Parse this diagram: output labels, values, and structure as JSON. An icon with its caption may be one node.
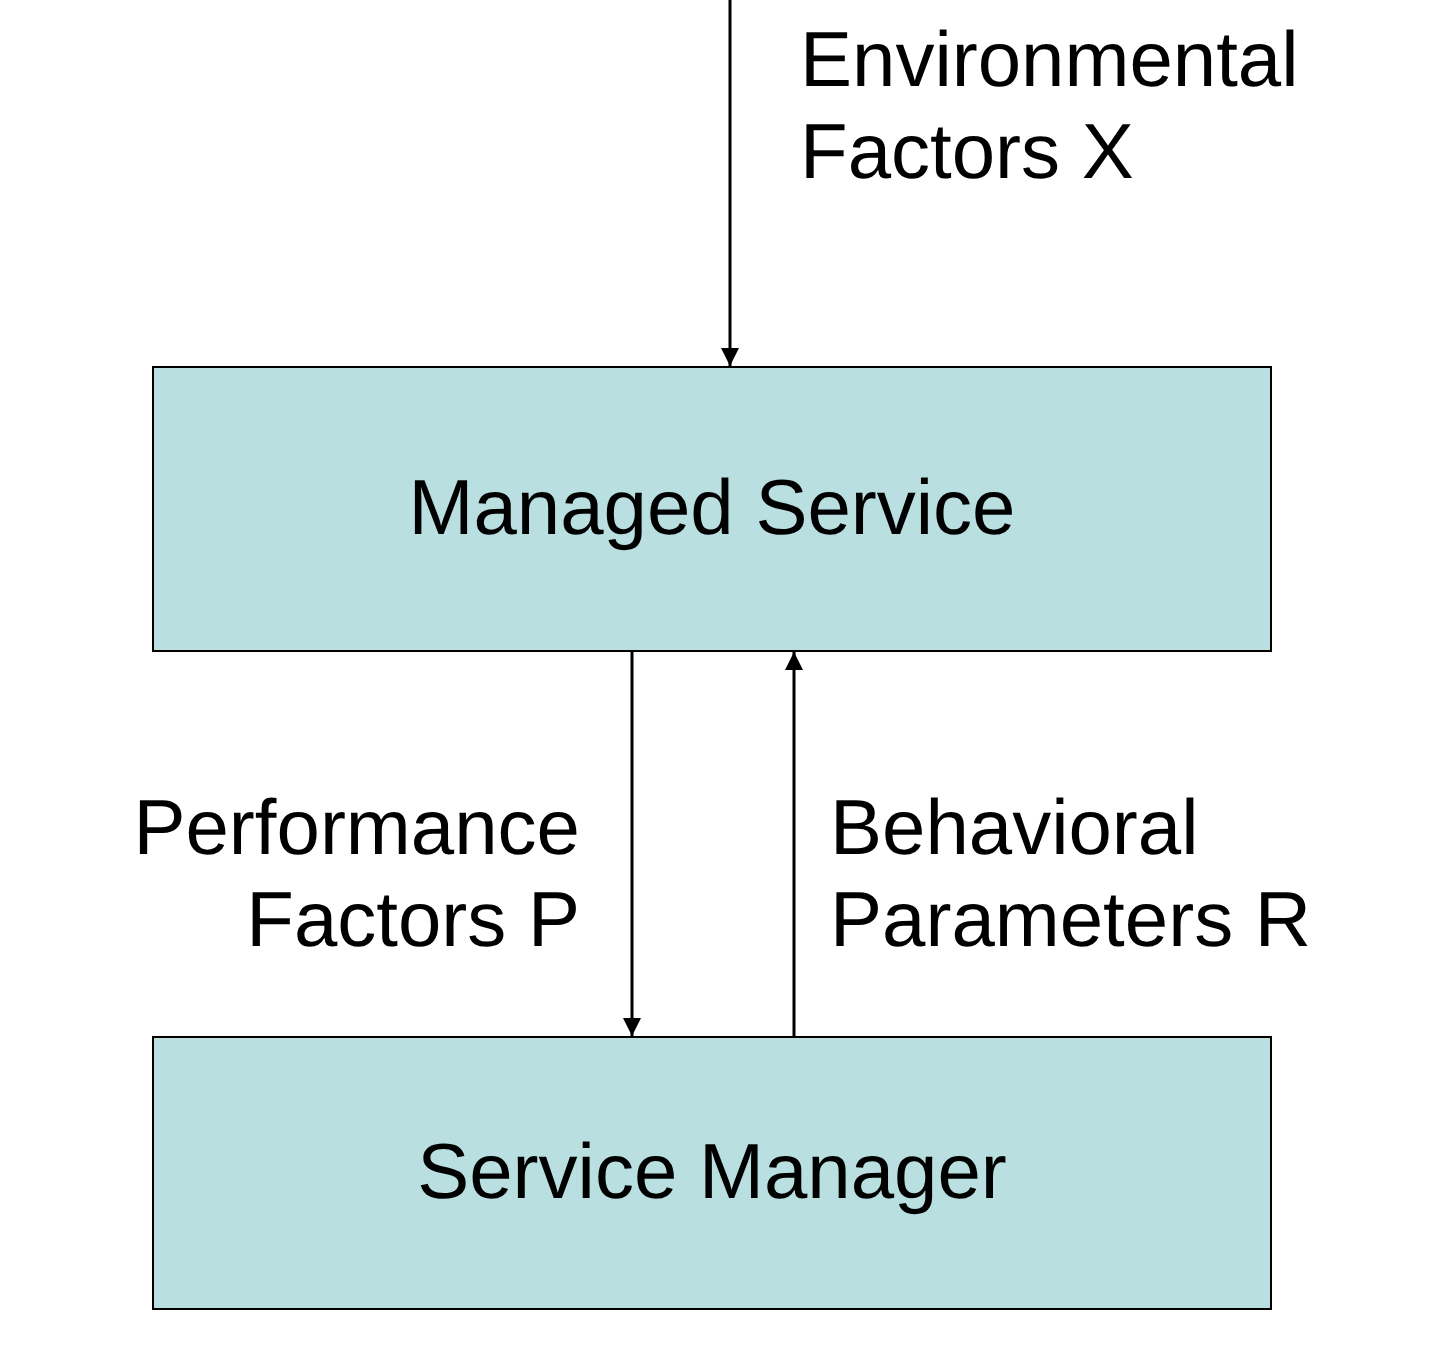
{
  "diagram": {
    "nodes": [
      {
        "text": [
          "Managed Service"
        ]
      },
      {
        "text": [
          "Service Manager"
        ]
      }
    ],
    "edges": [
      {
        "from": null,
        "to": 0,
        "arrow": "to",
        "label": "Environmental Factors X"
      },
      {
        "from": 0,
        "to": 1,
        "arrow": "to",
        "label": "Performance Factors P"
      },
      {
        "from": 1,
        "to": 0,
        "arrow": "to",
        "label": "Behavioral Parameters R"
      }
    ]
  }
}
